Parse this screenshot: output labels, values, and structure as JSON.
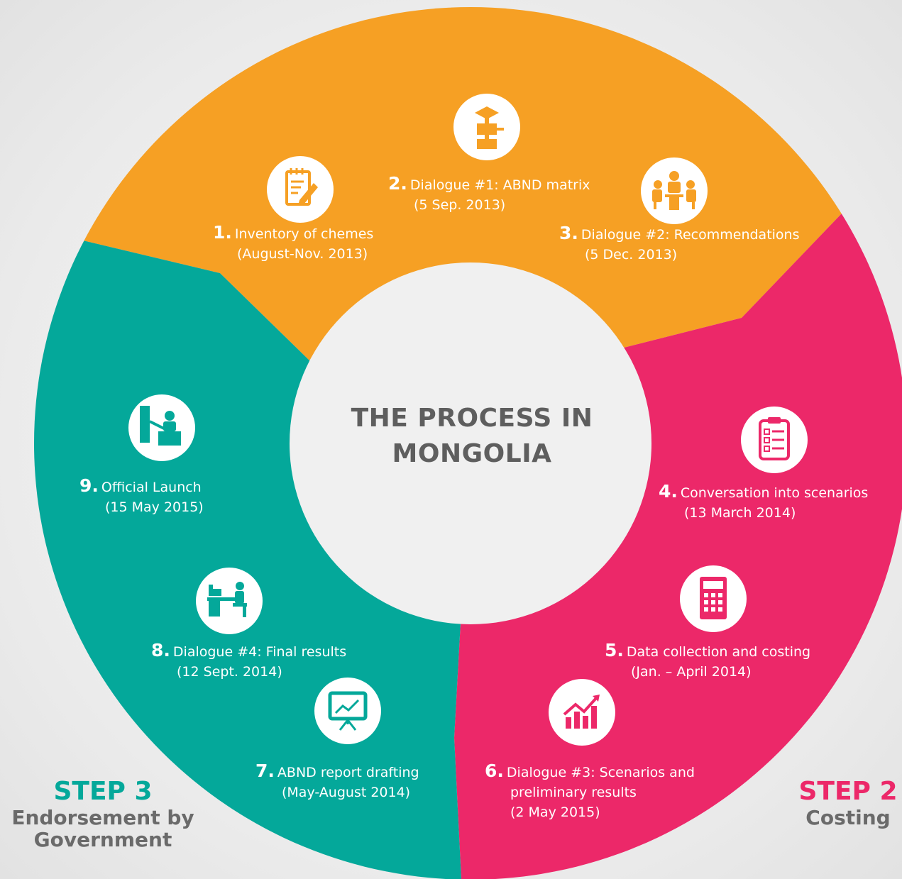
{
  "center": {
    "line1": "THE PROCESS IN",
    "line2": "MONGOLIA"
  },
  "colors": {
    "orange": "#f6a024",
    "pink": "#ec2869",
    "teal": "#04a89a",
    "text_gray": "#5e5e5e"
  },
  "steps": [
    {
      "title": "STEP 2",
      "desc": "Costing",
      "color": "#ec2869"
    },
    {
      "title": "STEP 3",
      "desc_line1": "Endorsement by",
      "desc_line2": "Government",
      "color": "#04a89a"
    }
  ],
  "items": [
    {
      "num": "1.",
      "text": "Inventory of chemes",
      "date": "(August-Nov. 2013)",
      "icon": "notepad-pencil-icon"
    },
    {
      "num": "2.",
      "text": "Dialogue #1: ABND matrix",
      "date": "(5 Sep. 2013)",
      "icon": "flowchart-icon"
    },
    {
      "num": "3.",
      "text": "Dialogue #2: Recommendations",
      "date": "(5 Dec. 2013)",
      "icon": "meeting-icon"
    },
    {
      "num": "4.",
      "text": "Conversation into scenarios",
      "date": "(13 March 2014)",
      "icon": "clipboard-checklist-icon"
    },
    {
      "num": "5.",
      "text": "Data collection and costing",
      "date": "(Jan. – April 2014)",
      "icon": "calculator-icon"
    },
    {
      "num": "6.",
      "text": "Dialogue #3: Scenarios and",
      "text2": "preliminary results",
      "date": "(2 May 2015)",
      "icon": "bar-chart-trend-icon"
    },
    {
      "num": "7.",
      "text": "ABND report drafting",
      "date": "(May-August 2014)",
      "icon": "presentation-board-icon"
    },
    {
      "num": "8.",
      "text": "Dialogue #4: Final results",
      "date": "(12 Sept. 2014)",
      "icon": "person-at-desk-icon"
    },
    {
      "num": "9.",
      "text": "Official Launch",
      "date": "(15 May 2015)",
      "icon": "speaker-podium-icon"
    }
  ]
}
